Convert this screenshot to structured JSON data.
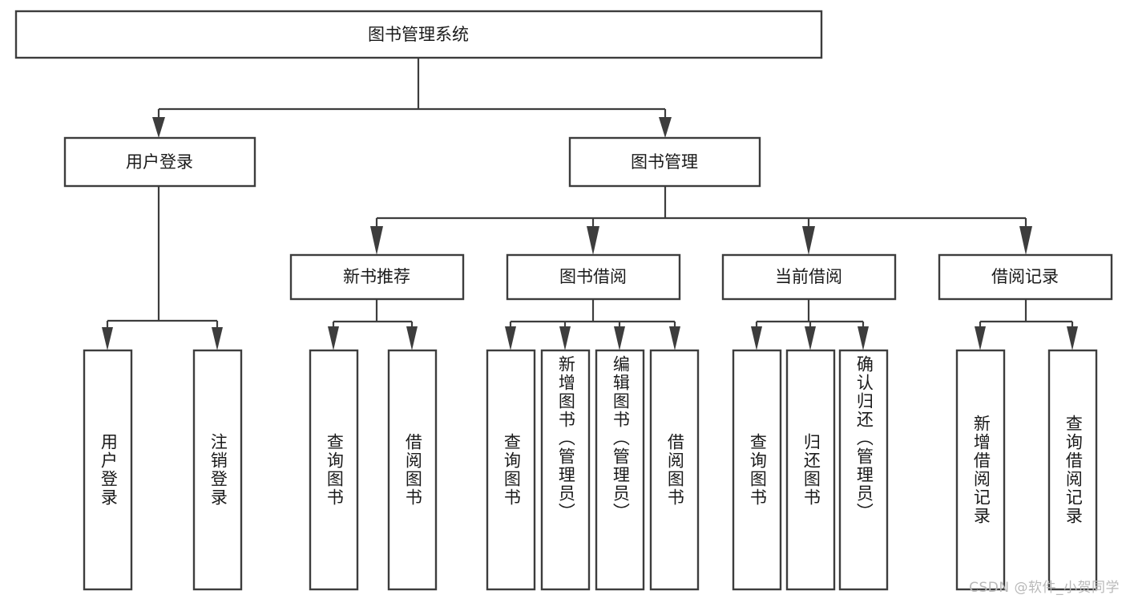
{
  "diagram": {
    "title": "图书管理系统",
    "type": "tree-hierarchy",
    "orientation": "top-down",
    "style": {
      "box_fill": "#ffffff",
      "box_stroke": "#3d3d3d",
      "connector_stroke": "#3d3d3d",
      "text_color": "#1a1a1a",
      "background": "#ffffff",
      "watermark_color": "#b9b9b9"
    },
    "root": {
      "id": "root",
      "label": "图书管理系统"
    },
    "level2": [
      {
        "id": "user-login",
        "label": "用户登录"
      },
      {
        "id": "book-manage",
        "label": "图书管理"
      }
    ],
    "level3": [
      {
        "id": "new-book-recommend",
        "label": "新书推荐",
        "parent": "book-manage"
      },
      {
        "id": "book-borrow",
        "label": "图书借阅",
        "parent": "book-manage"
      },
      {
        "id": "current-borrow",
        "label": "当前借阅",
        "parent": "book-manage"
      },
      {
        "id": "borrow-record",
        "label": "借阅记录",
        "parent": "book-manage"
      }
    ],
    "leaves": {
      "user-login": [
        {
          "id": "leaf-user-login",
          "label": "用户登录"
        },
        {
          "id": "leaf-user-logout",
          "label": "注销登录"
        }
      ],
      "new-book-recommend": [
        {
          "id": "leaf-query-book-1",
          "label": "查询图书"
        },
        {
          "id": "leaf-borrow-book-1",
          "label": "借阅图书"
        }
      ],
      "book-borrow": [
        {
          "id": "leaf-query-book-2",
          "label": "查询图书"
        },
        {
          "id": "leaf-add-book",
          "label": "新增图书（管理员）"
        },
        {
          "id": "leaf-edit-book",
          "label": "编辑图书（管理员）"
        },
        {
          "id": "leaf-borrow-book-2",
          "label": "借阅图书"
        }
      ],
      "current-borrow": [
        {
          "id": "leaf-query-book-3",
          "label": "查询图书"
        },
        {
          "id": "leaf-return-book",
          "label": "归还图书"
        },
        {
          "id": "leaf-confirm-return",
          "label": "确认归还（管理员）"
        }
      ],
      "borrow-record": [
        {
          "id": "leaf-add-record",
          "label": "新增借阅记录"
        },
        {
          "id": "leaf-query-record",
          "label": "查询借阅记录"
        }
      ]
    }
  },
  "watermark": {
    "text": "CSDN @软件_小贺同学"
  }
}
